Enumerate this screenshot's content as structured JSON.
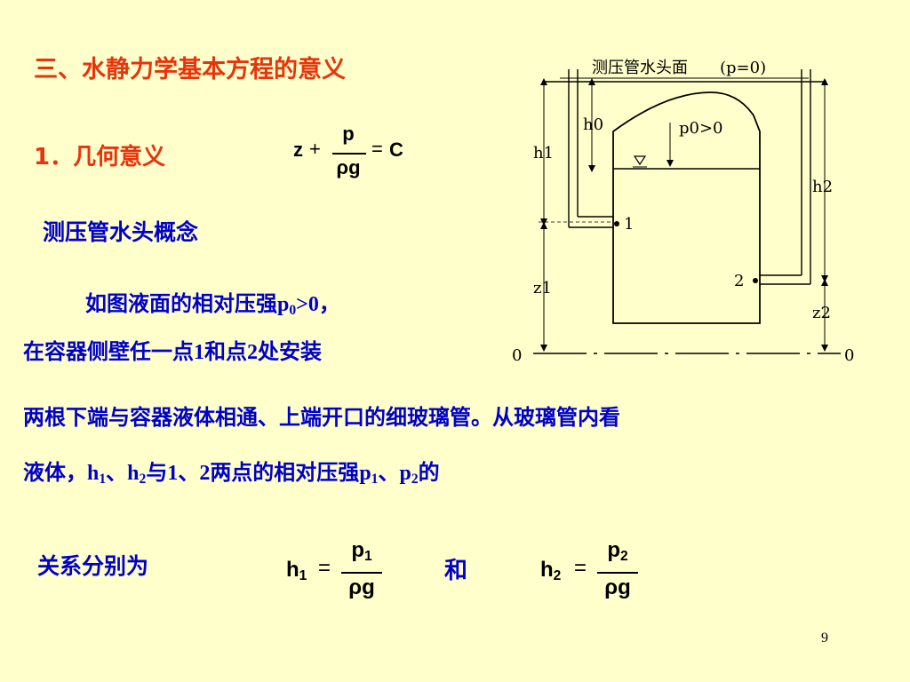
{
  "title": "三、水静力学基本方程的意义",
  "subtitle": "1．几何意义",
  "formula_main": {
    "lhs_var": "z",
    "plus": "+",
    "num": "p",
    "den": "ρg",
    "eq": "=",
    "rhs": "C"
  },
  "concept_heading": "测压管水头概念",
  "paragraph": {
    "line1_prefix": "如图液面的相对压强",
    "line1_sym": "p",
    "line1_sub": "0",
    "line1_suffix": ">0，",
    "line2_a": "在容器侧壁任一点",
    "line2_b": "1",
    "line2_c": "和点",
    "line2_d": "2",
    "line2_e": "处安装",
    "line3": "两根下端与容器液体相通、上端开口的细玻璃管。从玻璃管内看",
    "line4_a": "液体，",
    "line4_h1": "h",
    "line4_h1sub": "1",
    "line4_sep1": "、",
    "line4_h2": "h",
    "line4_h2sub": "2",
    "line4_b": "与",
    "line4_c": "1",
    "line4_d": "、",
    "line4_e": "2",
    "line4_f": "两点的相对压强",
    "line4_p1": "p",
    "line4_p1sub": "1",
    "line4_sep2": "、",
    "line4_p2": "p",
    "line4_p2sub": "2",
    "line4_g": "的"
  },
  "relation_label": "关系分别为",
  "formula_h1": {
    "lhs": "h",
    "lhs_sub": "1",
    "eq": "=",
    "num": "p",
    "num_sub": "1",
    "den": "ρg"
  },
  "and_text": "和",
  "formula_h2": {
    "lhs": "h",
    "lhs_sub": "2",
    "eq": "=",
    "num": "p",
    "num_sub": "2",
    "den": "ρg"
  },
  "diagram": {
    "top_label": "测压管水头面",
    "top_label_eq": "(p=0)",
    "h0": "h0",
    "p0": "p0>0",
    "h1": "h1",
    "h2": "h2",
    "z1": "z1",
    "z2": "z2",
    "point1": "1",
    "point2": "2",
    "datum_left": "0",
    "datum_right": "0"
  },
  "page_number": "9"
}
